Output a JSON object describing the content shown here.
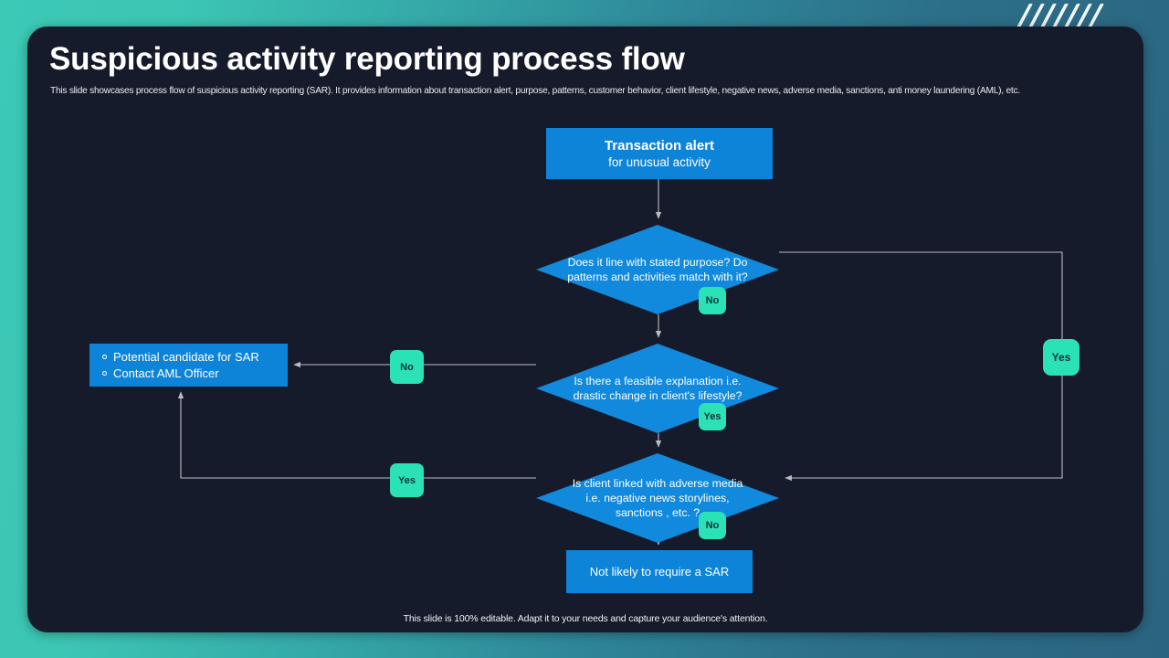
{
  "slide": {
    "title": "Suspicious activity reporting process flow",
    "subtitle": "This slide showcases process flow of suspicious activity reporting (SAR).  It provides information about transaction alert, purpose, patterns, customer behavior, client lifestyle, negative news, adverse media, sanctions, anti money laundering (AML),  etc.",
    "footer": "This slide is 100% editable. Adapt it to your needs and capture your audience's attention."
  },
  "theme": {
    "background_gradient_start": "#3cc9b6",
    "background_gradient_end": "#2b6480",
    "panel_background": "#161b2b",
    "node_blue": "#0d84d8",
    "decision_blue": "#1189dc",
    "badge_teal": "#2ae2b6",
    "badge_text": "#15323a",
    "connector_gray": "#b9bcc2",
    "text_white": "#ffffff"
  },
  "decor": {
    "slash_count": 7,
    "slash_color": "#f2f7f9"
  },
  "flow": {
    "nodes": {
      "transaction_alert": {
        "title": "Transaction alert",
        "subtitle": "for unusual activity"
      },
      "decision_purpose": {
        "text": "Does it line with stated purpose? Do patterns and activities match with it?"
      },
      "decision_explanation": {
        "text": "Is there a feasible explanation i.e. drastic change in client's lifestyle?"
      },
      "decision_adverse": {
        "text": "Is client linked with adverse media i.e. negative news storylines, sanctions , etc. ?"
      },
      "sar_actions": {
        "items": [
          "Potential candidate for SAR",
          "Contact AML  Officer"
        ]
      },
      "not_likely": {
        "text": "Not likely to require a SAR"
      }
    },
    "branch_labels": {
      "no_1": "No",
      "no_2": "No",
      "no_3": "No",
      "yes_1": "Yes",
      "yes_2": "Yes",
      "yes_3": "Yes"
    }
  }
}
